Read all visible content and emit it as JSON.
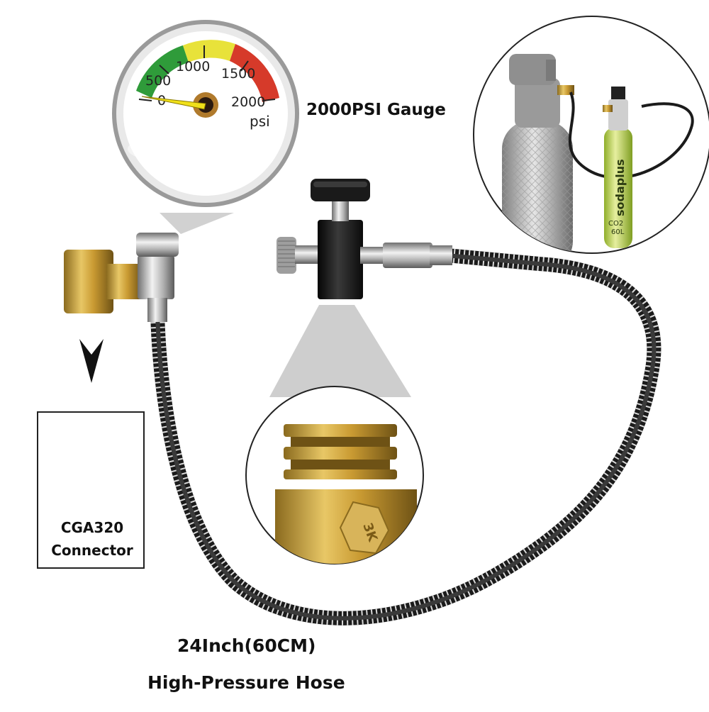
{
  "gauge": {
    "ticks": [
      "0",
      "500",
      "1000",
      "1500",
      "2000"
    ],
    "unit": "psi"
  },
  "labels": {
    "gauge_label": "2000PSI Gauge",
    "connector_line1": "CGA320",
    "connector_line2": "Connector",
    "hose_line1": "24Inch(60CM)",
    "hose_line2": "High-Pressure Hose"
  },
  "tank_inset": {
    "cylinder_brand": "sodaplus",
    "cylinder_small_text_1": "CO2",
    "cylinder_small_text_2": "60L"
  },
  "fitting_inset": {
    "stamp": "3K"
  }
}
